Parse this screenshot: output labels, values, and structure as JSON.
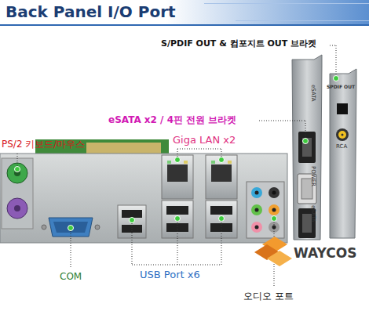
{
  "diagram": {
    "title": "Back Panel I/O Port",
    "labels": [
      "PS/2 키보드/마우스",
      "eSATA x2 / 4핀 전원 브라켓",
      "Giga LAN x2",
      "S/PDIF OUT & 컴포지트 OUT 브라켓",
      "eSATA",
      "POWER",
      "eSATA",
      "SPDIF OUT",
      "RCA",
      "COM",
      "USB Port x6",
      "오디오 포트",
      "WAYCOS"
    ]
  }
}
